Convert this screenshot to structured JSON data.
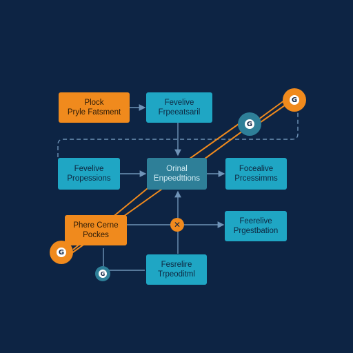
{
  "nodes": {
    "top_left": {
      "line1": "Plock",
      "line2": "Pryle Fatsment"
    },
    "top_mid": {
      "line1": "Fevelive",
      "line2": "Frpeeatsaril"
    },
    "mid_left": {
      "line1": "Fevelive",
      "line2": "Propessions"
    },
    "center": {
      "line1": "Orinal",
      "line2": "Enpeedttions"
    },
    "mid_right": {
      "line1": "Focealive",
      "line2": "Prcessimms"
    },
    "low_left": {
      "line1": "Phere Cerne",
      "line2": "Pockes"
    },
    "low_right": {
      "line1": "Feerelive",
      "line2": "Prgestbation"
    },
    "bottom_mid": {
      "line1": "Fesrelire",
      "line2": "Trpeoditml"
    }
  },
  "badges": {
    "top_right": "G",
    "mid_upper": "G",
    "left": "G",
    "bottom_small": "G",
    "junction": "✕"
  },
  "colors": {
    "background": "#0d2444",
    "teal": "#1fa6c4",
    "orange": "#f08a1d",
    "connector": "#6f93b7"
  }
}
